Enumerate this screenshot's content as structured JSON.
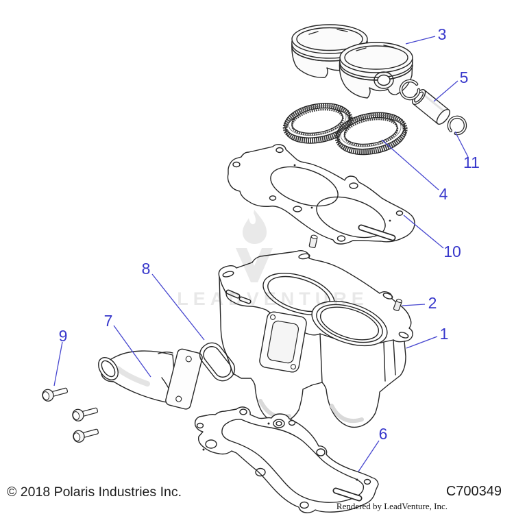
{
  "footer": {
    "copyright": "© 2018 Polaris Industries Inc.",
    "diagram_code": "C700349",
    "rendered_by": "Rendered by LeadVenture, Inc."
  },
  "watermark": {
    "text": "LEADVENTURE"
  },
  "colors": {
    "callout_blue": "#3737cb",
    "line_art": "#262626",
    "watermark_gray": "#e8e8e8",
    "background": "#ffffff"
  },
  "callouts": [
    {
      "label": "1"
    },
    {
      "label": "2"
    },
    {
      "label": "3"
    },
    {
      "label": "4"
    },
    {
      "label": "5"
    },
    {
      "label": "6"
    },
    {
      "label": "7"
    },
    {
      "label": "8"
    },
    {
      "label": "9"
    },
    {
      "label": "10"
    },
    {
      "label": "11"
    }
  ]
}
